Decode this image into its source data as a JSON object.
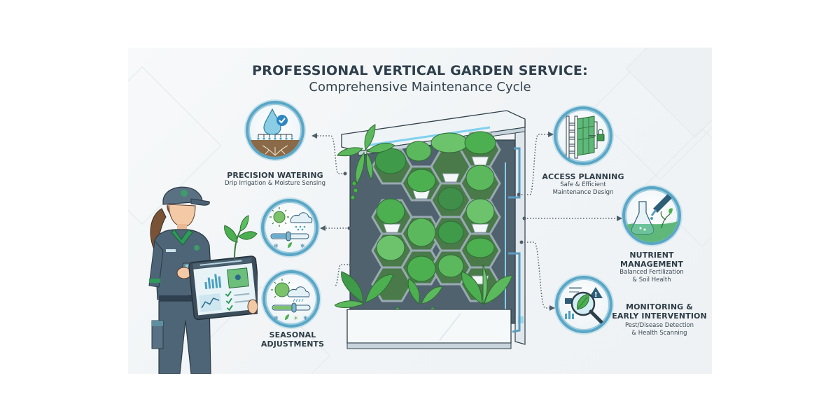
{
  "title": {
    "main": "PROFESSIONAL VERTICAL GARDEN SERVICE:",
    "subtitle": "Comprehensive Maintenance Cycle"
  },
  "services": [
    {
      "id": "precision-watering",
      "heading": "PRECISION WATERING",
      "description": "Drip Irrigation & Moisture Sensing",
      "icon": "water-drop-icon",
      "side": "left"
    },
    {
      "id": "climate-control",
      "heading": "",
      "description": "",
      "icon": "weather-slider-icon",
      "side": "left"
    },
    {
      "id": "seasonal-adjustments",
      "heading_line1": "SEASONAL",
      "heading_line2": "ADJUSTMENTS",
      "icon": "seasonal-weather-icon",
      "side": "left"
    },
    {
      "id": "access-planning",
      "heading": "ACCESS PLANNING",
      "description_line1": "Safe & Efficient",
      "description_line2": "Maintenance Design",
      "icon": "ladder-lock-icon",
      "side": "right"
    },
    {
      "id": "nutrient-management",
      "heading_line1": "NUTRIENT",
      "heading_line2": "MANAGEMENT",
      "description_line1": "Balanced Fertilization",
      "description_line2": "& Soil Health",
      "icon": "flask-dropper-icon",
      "side": "right"
    },
    {
      "id": "monitoring",
      "heading_line1": "MONITORING &",
      "heading_line2": "EARLY INTERVENTION",
      "description_line1": "Pest/Disease Detection",
      "description_line2": "& Health Scanning",
      "icon": "magnifier-leaf-icon",
      "side": "right"
    }
  ],
  "colors": {
    "title": "#2e3f4c",
    "ring": "#5aa6c6",
    "leaf": "#3f9a4a",
    "uniform": "#4d6577",
    "accent_green": "#2f9a5a"
  }
}
